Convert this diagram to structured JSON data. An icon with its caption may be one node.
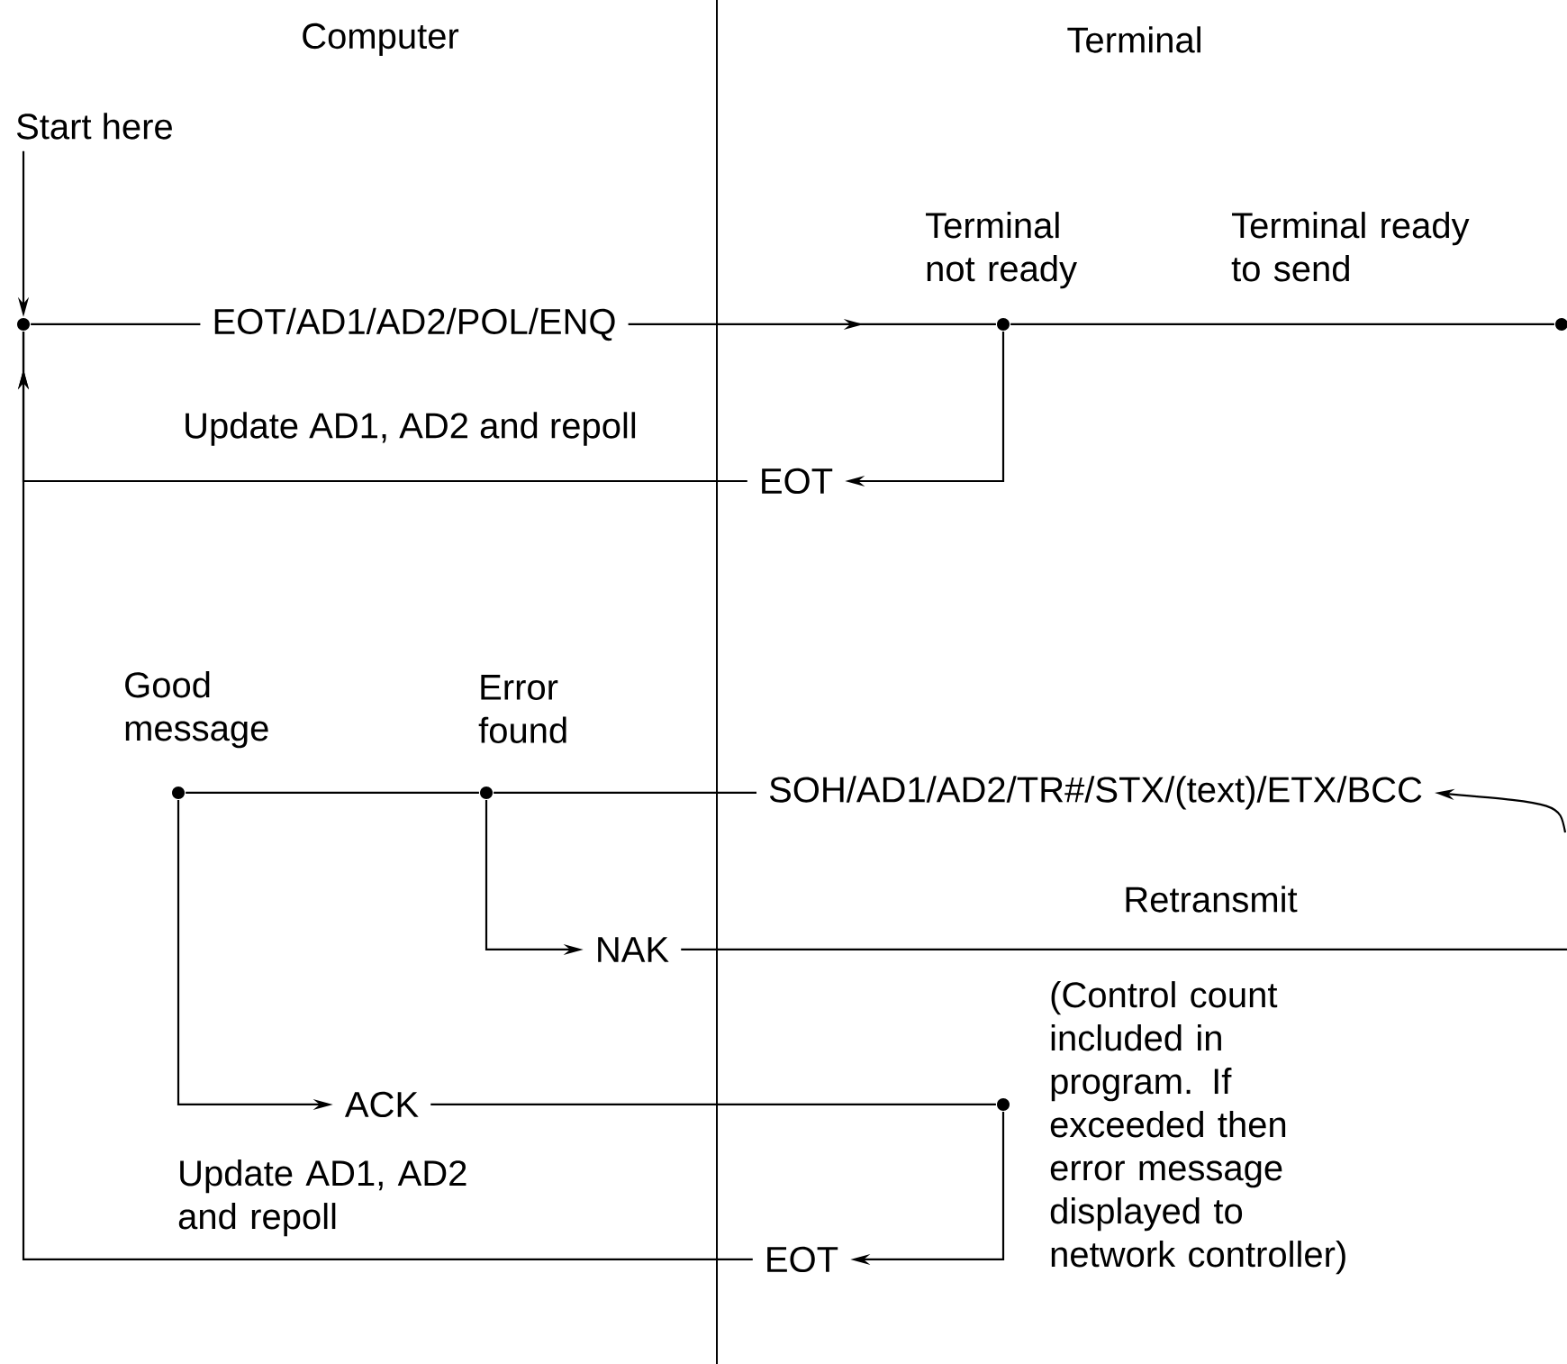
{
  "diagram": {
    "nodes": [
      {
        "text": [
          "Start here"
        ]
      },
      {
        "text": [],
        "shape": "circle"
      },
      {
        "text": [
          "EOT/AD1/AD2/POL/ENQ"
        ]
      },
      {
        "text": [],
        "shape": "circle",
        "beside": [
          "Terminal not ready"
        ]
      },
      {
        "text": [],
        "shape": "circle",
        "beside": [
          "Terminal ready to send"
        ]
      },
      {
        "text": [
          "EOT"
        ]
      },
      {
        "text": [],
        "shape": "circle",
        "beside": [
          "Good message"
        ]
      },
      {
        "text": [],
        "shape": "circle",
        "beside": [
          "Error found"
        ]
      },
      {
        "text": [
          "SOH/AD1/AD2/TR#/STX/(text)/ETX/BCC"
        ]
      },
      {
        "text": [
          "NAK"
        ]
      },
      {
        "text": [
          "ACK"
        ]
      },
      {
        "text": [],
        "shape": "circle",
        "beside": [
          "(Control count included in program. If exceeded then error message displayed to network controller)"
        ]
      },
      {
        "text": [
          "EOT"
        ]
      }
    ],
    "edges": [
      {
        "from": 0,
        "to": 1,
        "arrow": "to"
      },
      {
        "from": 1,
        "to": 2,
        "arrow": "none"
      },
      {
        "from": 2,
        "to": 3,
        "arrow": "to"
      },
      {
        "from": 3,
        "to": 4,
        "arrow": "none"
      },
      {
        "from": 3,
        "to": 5,
        "arrow": "to"
      },
      {
        "from": 5,
        "to": 1,
        "arrow": "to",
        "label": "Update AD1, AD2 and repoll"
      },
      {
        "from": null,
        "to": 8,
        "arrow": "to"
      },
      {
        "from": 8,
        "to": 7,
        "arrow": "none"
      },
      {
        "from": 7,
        "to": 6,
        "arrow": "none"
      },
      {
        "from": 7,
        "to": 9,
        "arrow": "to"
      },
      {
        "from": 9,
        "to": null,
        "arrow": "none",
        "label": "Retransmit"
      },
      {
        "from": 6,
        "to": 10,
        "arrow": "to"
      },
      {
        "from": 10,
        "to": 11,
        "arrow": "none"
      },
      {
        "from": 11,
        "to": 12,
        "arrow": "to"
      },
      {
        "from": 12,
        "to": 1,
        "arrow": "to",
        "label": "Update AD1, AD2 and repoll"
      }
    ],
    "labels": [
      "Computer",
      "Terminal"
    ]
  }
}
